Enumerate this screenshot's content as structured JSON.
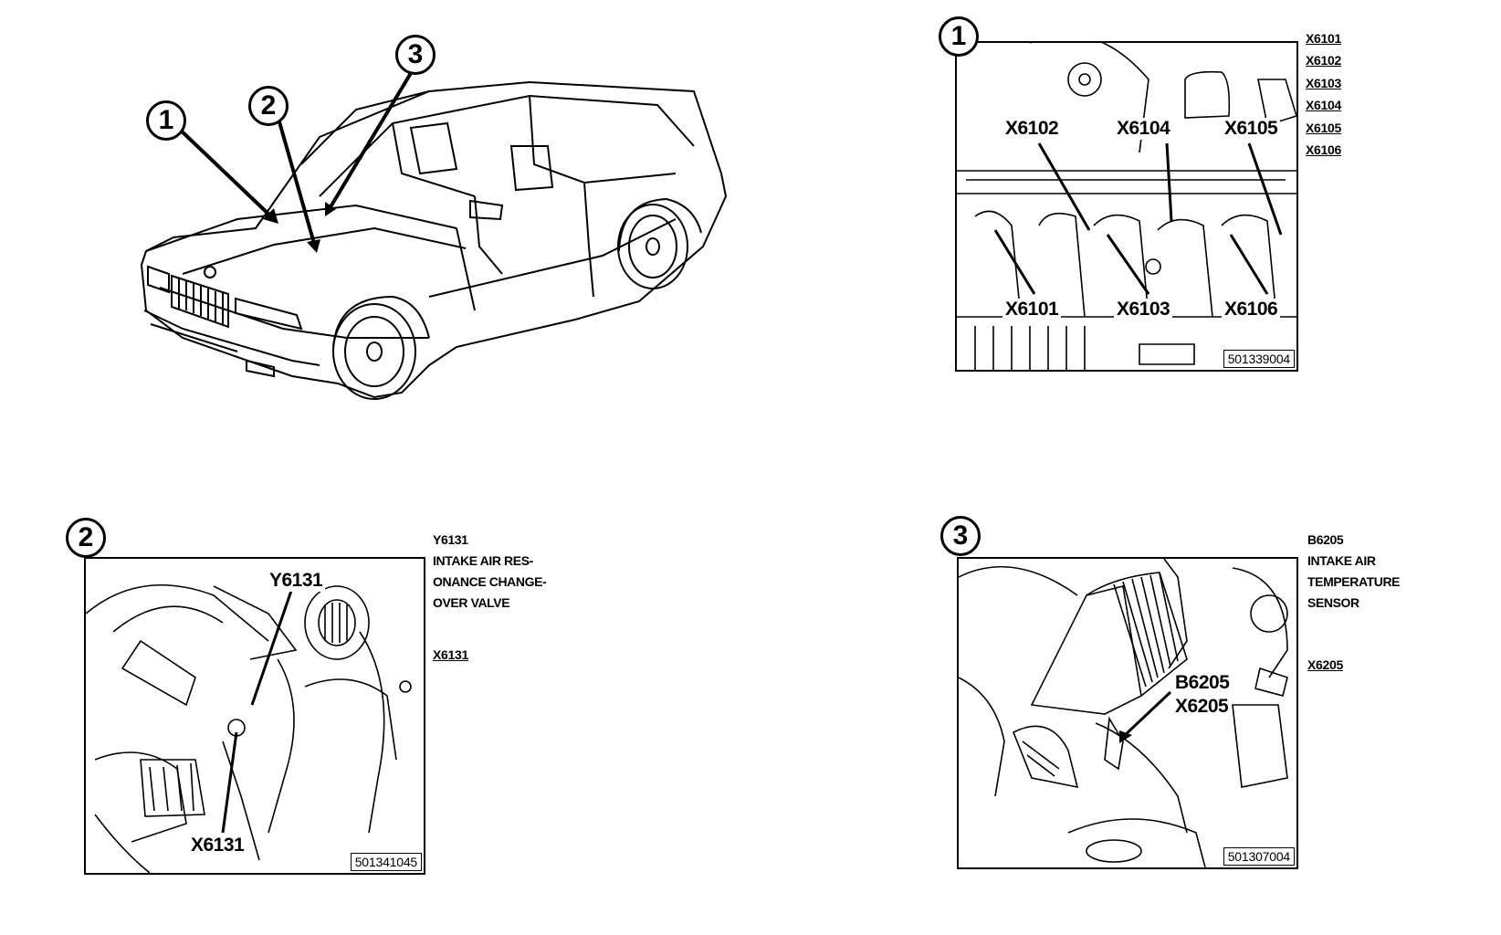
{
  "overview": {
    "callouts": [
      "1",
      "2",
      "3"
    ]
  },
  "panel1": {
    "number": "1",
    "image_code": "501339004",
    "labels_top": [
      "X6102",
      "X6104",
      "X6105"
    ],
    "labels_bottom": [
      "X6101",
      "X6103",
      "X6106"
    ],
    "legend": [
      "X6101",
      "X6102",
      "X6103",
      "X6104",
      "X6105",
      "X6106"
    ]
  },
  "panel2": {
    "number": "2",
    "image_code": "501341045",
    "label_top": "Y6131",
    "label_bottom": "X6131",
    "legend_title": "Y6131",
    "legend_lines": [
      "INTAKE AIR RES-",
      "ONANCE CHANGE-",
      "OVER VALVE"
    ],
    "legend_ref": "X6131"
  },
  "panel3": {
    "number": "3",
    "image_code": "501307004",
    "label_a": "B6205",
    "label_b": "X6205",
    "legend_title": "B6205",
    "legend_lines": [
      "INTAKE AIR",
      "TEMPERATURE",
      "SENSOR"
    ],
    "legend_ref": "X6205"
  }
}
